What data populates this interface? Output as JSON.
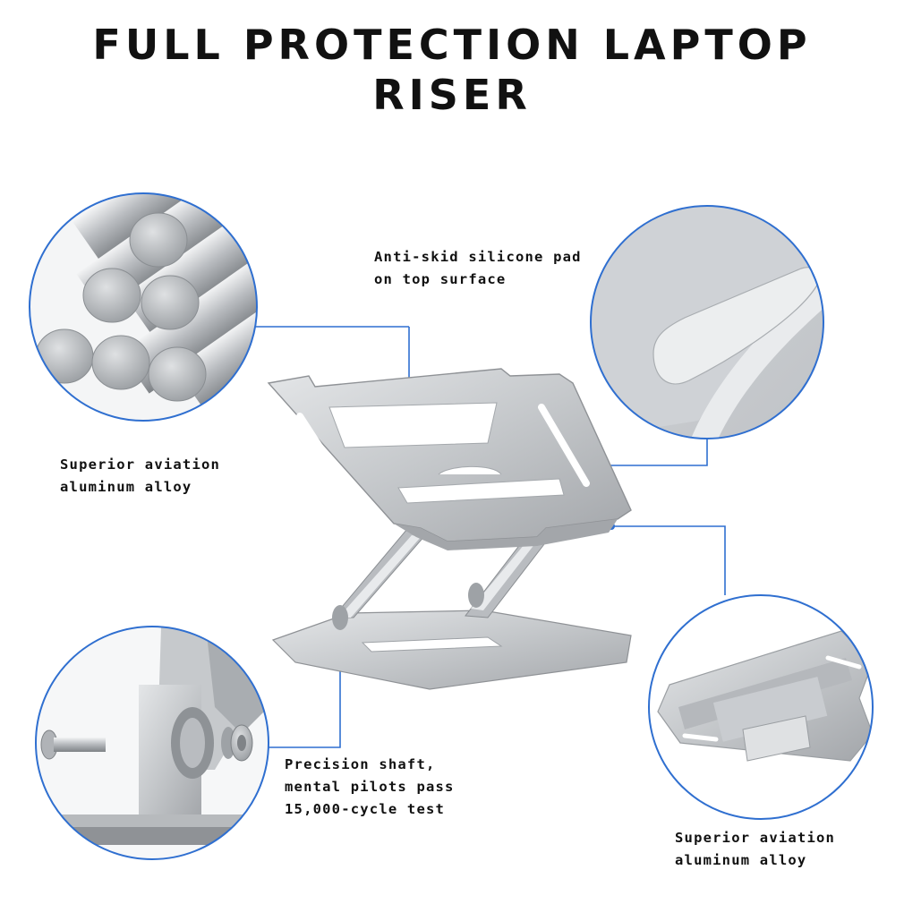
{
  "header": {
    "title_line1": "FULL PROTECTION LAPTOP",
    "title_line2": "RISER"
  },
  "callouts": {
    "top_center": [
      "Anti-skid silicone pad",
      "on top surface"
    ],
    "left_middle": [
      "Superior aviation",
      "aluminum alloy"
    ],
    "bottom_center": [
      "Precision shaft,",
      "mental pilots pass",
      "15,000-cycle test"
    ],
    "bottom_right": [
      "Superior aviation",
      "aluminum alloy"
    ]
  },
  "colors": {
    "accent_ring": "#2f6fd0",
    "aluminum_light": "#d9dbdd",
    "aluminum_mid": "#b7babd",
    "aluminum_dark": "#8f9296"
  }
}
